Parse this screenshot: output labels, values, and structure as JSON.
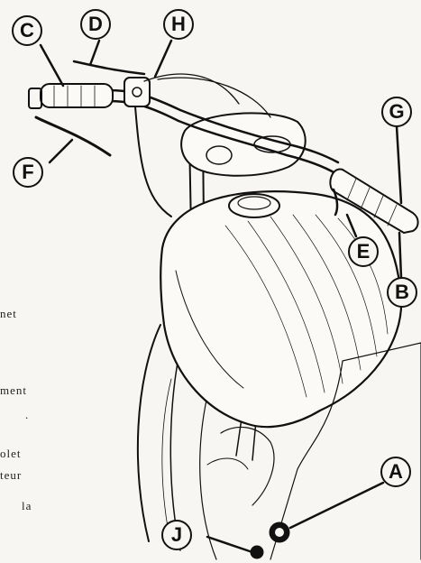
{
  "callouts": {
    "c": "C",
    "d": "D",
    "h": "H",
    "g": "G",
    "f": "F",
    "e": "E",
    "b": "B",
    "a": "A",
    "j": "J"
  },
  "text_fragments": [
    "net",
    "ment",
    ".",
    "olet",
    "teur",
    "la"
  ]
}
